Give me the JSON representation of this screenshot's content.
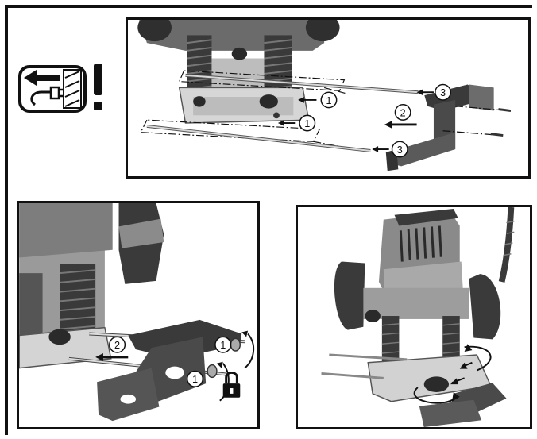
{
  "callouts": {
    "step1": "1",
    "step2": "2",
    "step3": "3"
  },
  "icons": {
    "warning": "unplug-warning-icon",
    "lock": "lock-icon"
  },
  "colors": {
    "line": "#111111",
    "tool_dark": "#3a3a3a",
    "tool_mid": "#8a8a8a",
    "tool_light": "#cfcfcf"
  }
}
